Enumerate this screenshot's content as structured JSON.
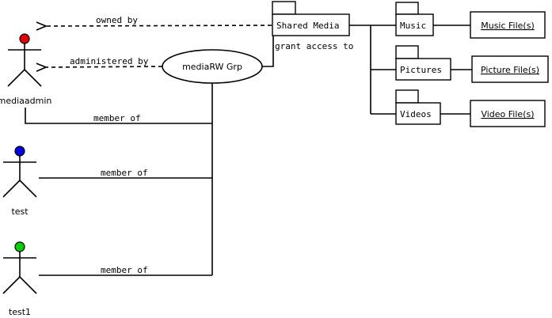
{
  "actors": [
    {
      "name": "mediaadmin",
      "head_color": "#e00000"
    },
    {
      "name": "test",
      "head_color": "#0000e0"
    },
    {
      "name": "test1",
      "head_color": "#00d000"
    }
  ],
  "group": {
    "label": "mediaRW Grp"
  },
  "shared_folder": {
    "label": "Shared Media"
  },
  "sub_folders": [
    {
      "label": "Music",
      "file_label": "Music File(s)"
    },
    {
      "label": "Pictures",
      "file_label": "Picture File(s)"
    },
    {
      "label": "Videos",
      "file_label": "Video File(s)"
    }
  ],
  "relations": {
    "owned_by": "owned by",
    "administered_by": "administered by",
    "grant_access_to": "grant access to",
    "member_of": "member of"
  }
}
